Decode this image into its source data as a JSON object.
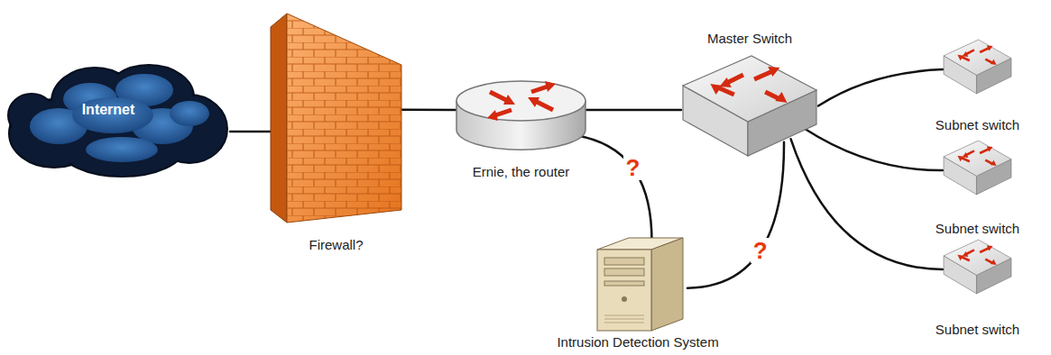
{
  "diagram": {
    "nodes": [
      {
        "text": [
          "Internet"
        ]
      },
      {
        "text": [
          "Firewall?"
        ]
      },
      {
        "text": [
          "Ernie, the router"
        ]
      },
      {
        "text": [
          "Master Switch"
        ]
      },
      {
        "text": [
          "Subnet switch"
        ]
      },
      {
        "text": [
          "Subnet switch"
        ]
      },
      {
        "text": [
          "Subnet switch"
        ]
      },
      {
        "text": [
          "Intrusion Detection System"
        ]
      }
    ],
    "edges": [
      {
        "from": 0,
        "to": 1,
        "arrow": "none"
      },
      {
        "from": 1,
        "to": 2,
        "arrow": "none"
      },
      {
        "from": 2,
        "to": 3,
        "arrow": "none"
      },
      {
        "from": 2,
        "to": 7,
        "label": "?",
        "arrow": "none"
      },
      {
        "from": 7,
        "to": 3,
        "label": "?",
        "arrow": "none"
      },
      {
        "from": 3,
        "to": 4,
        "arrow": "none"
      },
      {
        "from": 3,
        "to": 5,
        "arrow": "none"
      },
      {
        "from": 3,
        "to": 6,
        "arrow": "none"
      }
    ]
  }
}
